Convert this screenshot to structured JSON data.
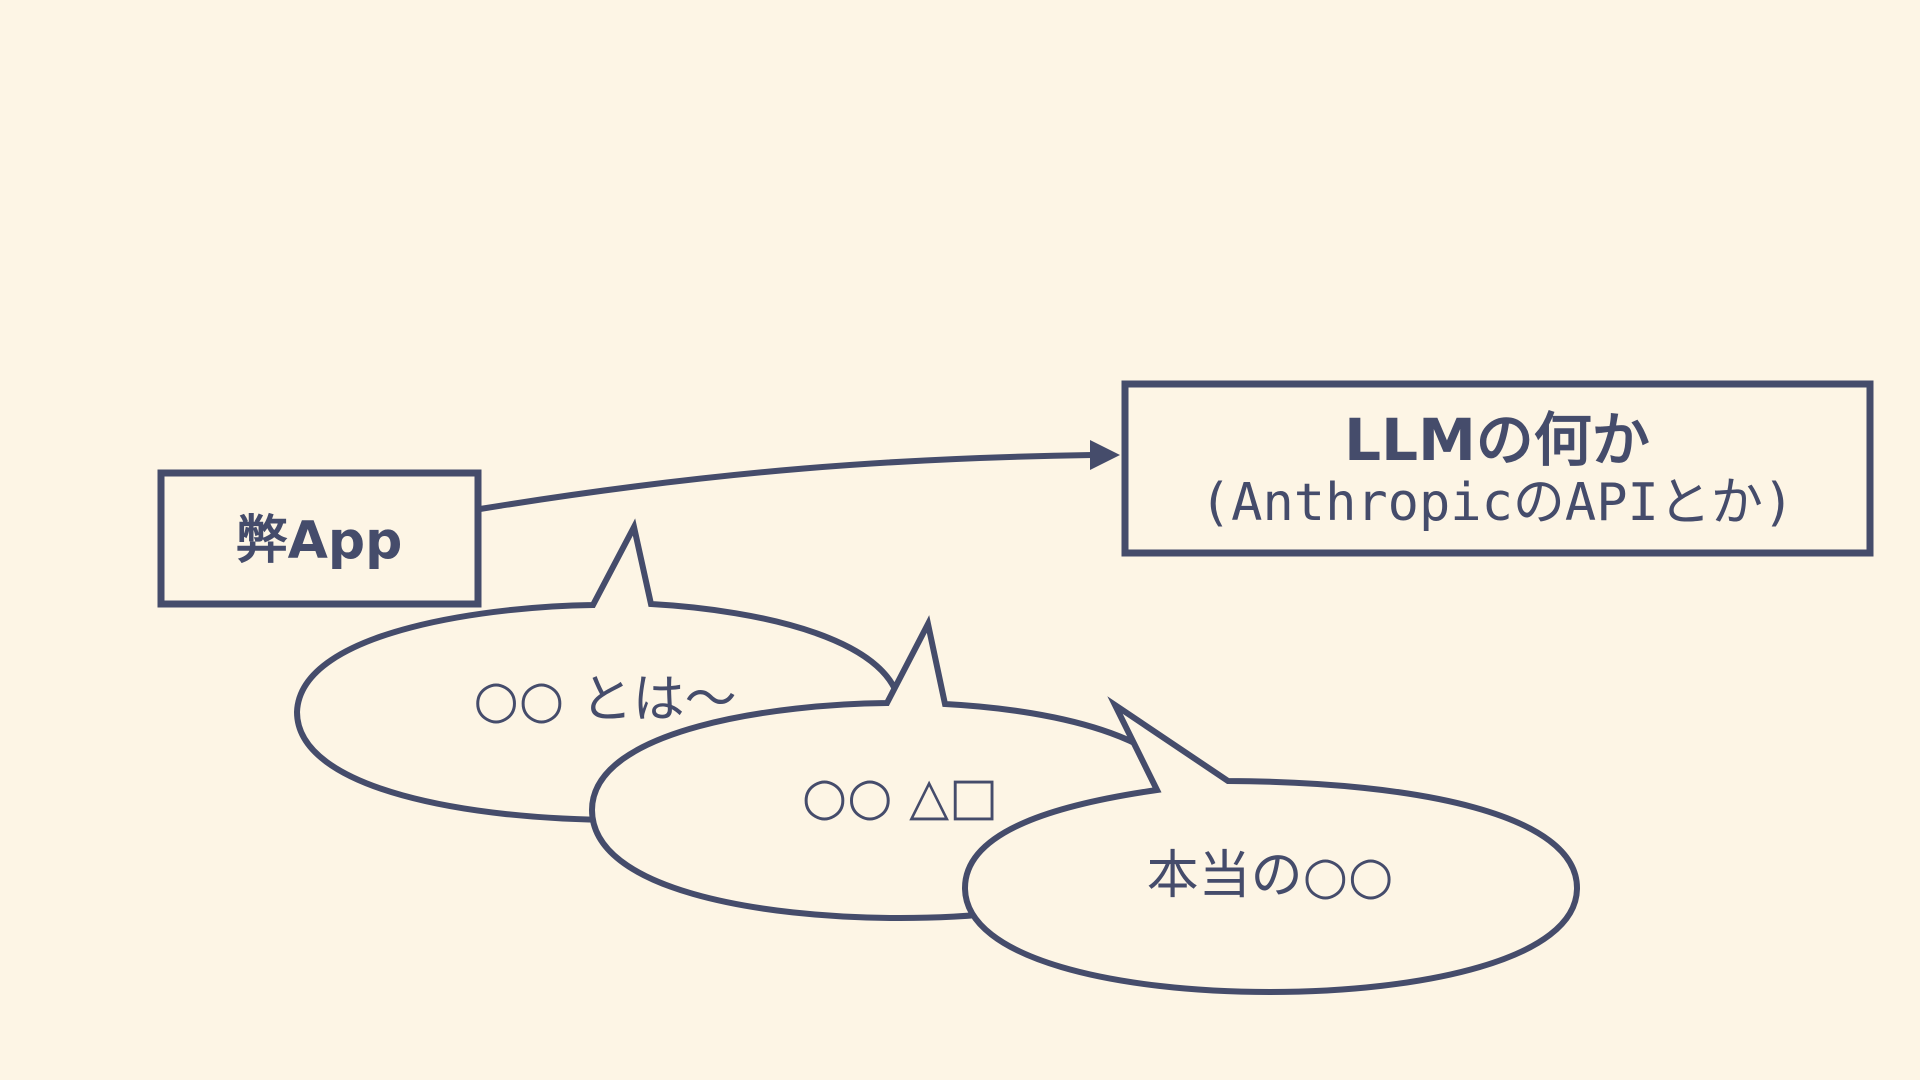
{
  "diagram": {
    "colors": {
      "background": "#fdf5e5",
      "stroke": "#454c6b",
      "fill": "#fdf5e5"
    },
    "app_box": {
      "label": "弊App"
    },
    "llm_box": {
      "title": "LLMの何か",
      "subtitle": "(AnthropicのAPIとか)"
    },
    "bubbles": [
      {
        "text": "○○ とは〜"
      },
      {
        "text": "○○ △□"
      },
      {
        "text": "本当の○○"
      }
    ]
  }
}
